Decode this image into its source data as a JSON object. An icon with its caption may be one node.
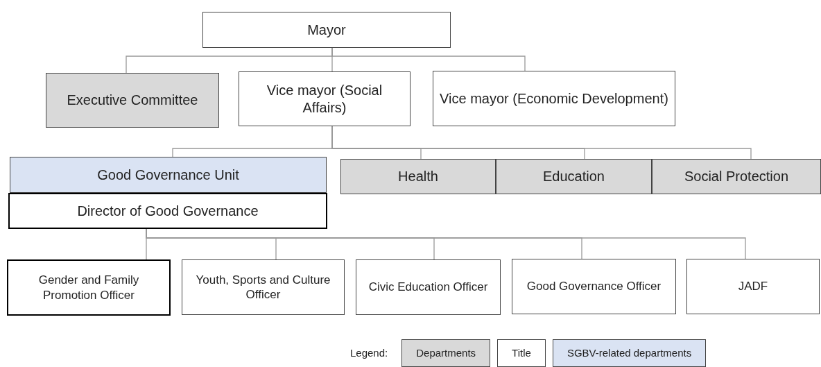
{
  "diagram": {
    "nodes": [
      {
        "text": [
          "Mayor"
        ]
      },
      {
        "text": [
          "Executive Committee"
        ]
      },
      {
        "text": [
          "Vice mayor (Social Affairs)"
        ]
      },
      {
        "text": [
          "Vice mayor (Economic Development)"
        ]
      },
      {
        "text": [
          "Good Governance Unit"
        ]
      },
      {
        "text": [
          "Director of Good Governance"
        ]
      },
      {
        "text": [
          "Health"
        ]
      },
      {
        "text": [
          "Education"
        ]
      },
      {
        "text": [
          "Social Protection"
        ]
      },
      {
        "text": [
          "Gender and Family Promotion Officer"
        ]
      },
      {
        "text": [
          "Youth, Sports and Culture Officer"
        ]
      },
      {
        "text": [
          "Civic Education Officer"
        ]
      },
      {
        "text": [
          "Good Governance Officer"
        ]
      },
      {
        "text": [
          "JADF"
        ]
      }
    ],
    "edges": [
      {
        "from": 0,
        "to": 1,
        "arrow": "none"
      },
      {
        "from": 0,
        "to": 2,
        "arrow": "none"
      },
      {
        "from": 0,
        "to": 3,
        "arrow": "none"
      },
      {
        "from": 2,
        "to": 4,
        "arrow": "none"
      },
      {
        "from": 2,
        "to": 6,
        "arrow": "none"
      },
      {
        "from": 2,
        "to": 7,
        "arrow": "none"
      },
      {
        "from": 2,
        "to": 8,
        "arrow": "none"
      },
      {
        "from": 5,
        "to": 9,
        "arrow": "none"
      },
      {
        "from": 5,
        "to": 10,
        "arrow": "none"
      },
      {
        "from": 5,
        "to": 11,
        "arrow": "none"
      },
      {
        "from": 5,
        "to": 12,
        "arrow": "none"
      },
      {
        "from": 5,
        "to": 13,
        "arrow": "none"
      }
    ],
    "labels": [
      "Legend:"
    ],
    "legend": [
      {
        "text": "Departments",
        "color": "#d9d9d9"
      },
      {
        "text": "Title",
        "color": "#ffffff"
      },
      {
        "text": "SGBV-related departments",
        "color": "#dae3f3"
      }
    ]
  }
}
